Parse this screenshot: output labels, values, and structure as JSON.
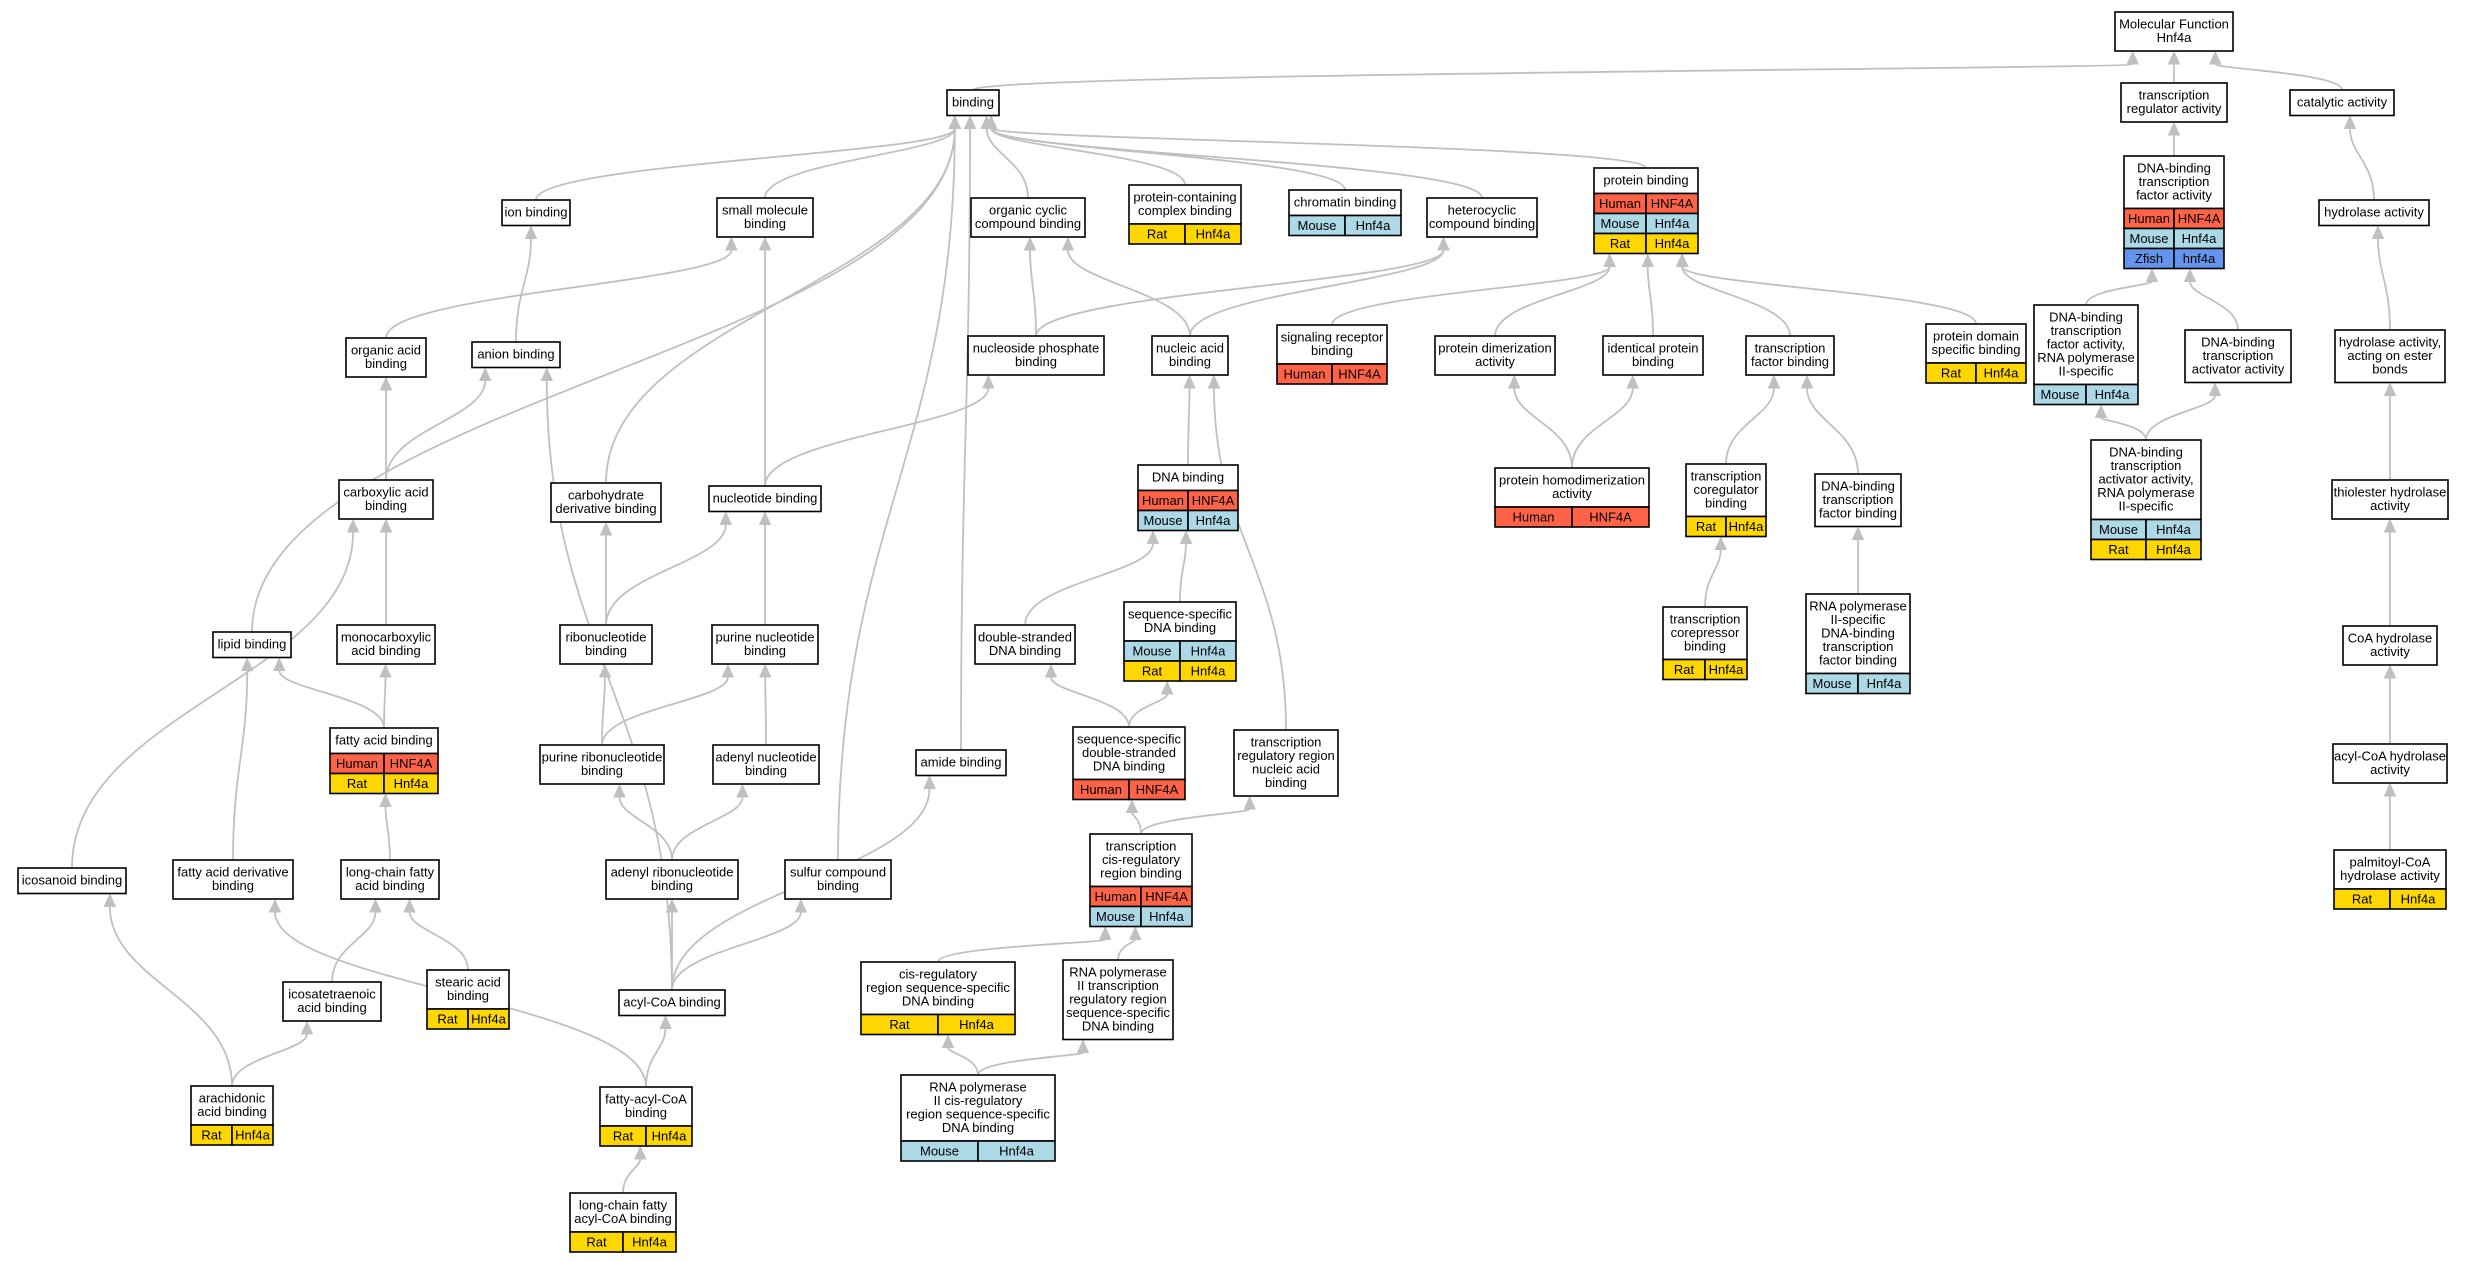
{
  "colors": {
    "Human": "#ff6347",
    "Mouse": "#add8e6",
    "Rat": "#ffd700",
    "Zfish": "#6495ed",
    "node_fill": "#ffffff",
    "edge": "#c0c0c0"
  },
  "nodes": [
    {
      "id": "mf",
      "lines": [
        "Molecular Function",
        "Hnf4a"
      ],
      "rows": []
    },
    {
      "id": "binding",
      "lines": [
        "binding"
      ],
      "rows": []
    },
    {
      "id": "tra",
      "lines": [
        "transcription",
        "regulator activity"
      ],
      "rows": []
    },
    {
      "id": "cat",
      "lines": [
        "catalytic activity"
      ],
      "rows": []
    },
    {
      "id": "dbtfa",
      "lines": [
        "DNA-binding",
        "transcription",
        "factor activity"
      ],
      "rows": [
        [
          "Human",
          "HNF4A"
        ],
        [
          "Mouse",
          "Hnf4a"
        ],
        [
          "Zfish",
          "hnf4a"
        ]
      ]
    },
    {
      "id": "hyd",
      "lines": [
        "hydrolase activity"
      ],
      "rows": []
    },
    {
      "id": "ion",
      "lines": [
        "ion binding"
      ],
      "rows": []
    },
    {
      "id": "small",
      "lines": [
        "small molecule",
        "binding"
      ],
      "rows": []
    },
    {
      "id": "occb",
      "lines": [
        "organic cyclic",
        "compound binding"
      ],
      "rows": []
    },
    {
      "id": "pccb",
      "lines": [
        "protein-containing",
        "complex binding"
      ],
      "rows": [
        [
          "Rat",
          "Hnf4a"
        ]
      ]
    },
    {
      "id": "chrom",
      "lines": [
        "chromatin binding"
      ],
      "rows": [
        [
          "Mouse",
          "Hnf4a"
        ]
      ]
    },
    {
      "id": "hetero",
      "lines": [
        "heterocyclic",
        "compound binding"
      ],
      "rows": []
    },
    {
      "id": "prot",
      "lines": [
        "protein binding"
      ],
      "rows": [
        [
          "Human",
          "HNF4A"
        ],
        [
          "Mouse",
          "Hnf4a"
        ],
        [
          "Rat",
          "Hnf4a"
        ]
      ]
    },
    {
      "id": "orgacid",
      "lines": [
        "organic acid",
        "binding"
      ],
      "rows": []
    },
    {
      "id": "anion",
      "lines": [
        "anion binding"
      ],
      "rows": []
    },
    {
      "id": "nucphos",
      "lines": [
        "nucleoside phosphate",
        "binding"
      ],
      "rows": []
    },
    {
      "id": "nucacid",
      "lines": [
        "nucleic acid",
        "binding"
      ],
      "rows": []
    },
    {
      "id": "sigrec",
      "lines": [
        "signaling receptor",
        "binding"
      ],
      "rows": [
        [
          "Human",
          "HNF4A"
        ]
      ]
    },
    {
      "id": "dimer",
      "lines": [
        "protein dimerization",
        "activity"
      ],
      "rows": []
    },
    {
      "id": "ident",
      "lines": [
        "identical protein",
        "binding"
      ],
      "rows": []
    },
    {
      "id": "tfb",
      "lines": [
        "transcription",
        "factor binding"
      ],
      "rows": []
    },
    {
      "id": "pdom",
      "lines": [
        "protein domain",
        "specific binding"
      ],
      "rows": [
        [
          "Rat",
          "Hnf4a"
        ]
      ]
    },
    {
      "id": "dbtf2",
      "lines": [
        "DNA-binding",
        "transcription",
        "factor activity,",
        "RNA polymerase",
        "II-specific"
      ],
      "rows": [
        [
          "Mouse",
          "Hnf4a"
        ]
      ]
    },
    {
      "id": "dbta",
      "lines": [
        "DNA-binding",
        "transcription",
        "activator activity"
      ],
      "rows": []
    },
    {
      "id": "hydest",
      "lines": [
        "hydrolase activity,",
        "acting on ester",
        "bonds"
      ],
      "rows": []
    },
    {
      "id": "carbox",
      "lines": [
        "carboxylic acid",
        "binding"
      ],
      "rows": []
    },
    {
      "id": "carbder",
      "lines": [
        "carbohydrate",
        "derivative binding"
      ],
      "rows": []
    },
    {
      "id": "nucleo",
      "lines": [
        "nucleotide binding"
      ],
      "rows": []
    },
    {
      "id": "dnab",
      "lines": [
        "DNA binding"
      ],
      "rows": [
        [
          "Human",
          "HNF4A"
        ],
        [
          "Mouse",
          "Hnf4a"
        ]
      ]
    },
    {
      "id": "homodim",
      "lines": [
        "protein homodimerization",
        "activity"
      ],
      "rows": [
        [
          "Human",
          "HNF4A"
        ]
      ]
    },
    {
      "id": "coreg",
      "lines": [
        "transcription",
        "coregulator",
        "binding"
      ],
      "rows": [
        [
          "Rat",
          "Hnf4a"
        ]
      ]
    },
    {
      "id": "dbtfb",
      "lines": [
        "DNA-binding",
        "transcription",
        "factor binding"
      ],
      "rows": []
    },
    {
      "id": "dbta2",
      "lines": [
        "DNA-binding",
        "transcription",
        "activator activity,",
        "RNA polymerase",
        "II-specific"
      ],
      "rows": [
        [
          "Mouse",
          "Hnf4a"
        ],
        [
          "Rat",
          "Hnf4a"
        ]
      ]
    },
    {
      "id": "thiol",
      "lines": [
        "thiolester hydrolase",
        "activity"
      ],
      "rows": []
    },
    {
      "id": "lipid",
      "lines": [
        "lipid binding"
      ],
      "rows": []
    },
    {
      "id": "monocarb",
      "lines": [
        "monocarboxylic",
        "acid binding"
      ],
      "rows": []
    },
    {
      "id": "ribo",
      "lines": [
        "ribonucleotide",
        "binding"
      ],
      "rows": []
    },
    {
      "id": "purnuc",
      "lines": [
        "purine nucleotide",
        "binding"
      ],
      "rows": []
    },
    {
      "id": "dsdna",
      "lines": [
        "double-stranded",
        "DNA binding"
      ],
      "rows": []
    },
    {
      "id": "ssdna",
      "lines": [
        "sequence-specific",
        "DNA binding"
      ],
      "rows": [
        [
          "Mouse",
          "Hnf4a"
        ],
        [
          "Rat",
          "Hnf4a"
        ]
      ]
    },
    {
      "id": "rnapol2b",
      "lines": [
        "RNA polymerase",
        "II-specific",
        "DNA-binding",
        "transcription",
        "factor binding"
      ],
      "rows": [
        [
          "Mouse",
          "Hnf4a"
        ]
      ]
    },
    {
      "id": "corep",
      "lines": [
        "transcription",
        "corepressor",
        "binding"
      ],
      "rows": [
        [
          "Rat",
          "Hnf4a"
        ]
      ]
    },
    {
      "id": "coa",
      "lines": [
        "CoA hydrolase",
        "activity"
      ],
      "rows": []
    },
    {
      "id": "fatty",
      "lines": [
        "fatty acid binding"
      ],
      "rows": [
        [
          "Human",
          "HNF4A"
        ],
        [
          "Rat",
          "Hnf4a"
        ]
      ]
    },
    {
      "id": "purribo",
      "lines": [
        "purine ribonucleotide",
        "binding"
      ],
      "rows": []
    },
    {
      "id": "adenuc",
      "lines": [
        "adenyl nucleotide",
        "binding"
      ],
      "rows": []
    },
    {
      "id": "amide",
      "lines": [
        "amide binding"
      ],
      "rows": []
    },
    {
      "id": "ssds",
      "lines": [
        "sequence-specific",
        "double-stranded",
        "DNA binding"
      ],
      "rows": [
        [
          "Human",
          "HNF4A"
        ]
      ]
    },
    {
      "id": "trrna",
      "lines": [
        "transcription",
        "regulatory region",
        "nucleic acid",
        "binding"
      ],
      "rows": []
    },
    {
      "id": "acylcoah",
      "lines": [
        "acyl-CoA hydrolase",
        "activity"
      ],
      "rows": []
    },
    {
      "id": "icos",
      "lines": [
        "icosanoid binding"
      ],
      "rows": []
    },
    {
      "id": "fader",
      "lines": [
        "fatty acid derivative",
        "binding"
      ],
      "rows": []
    },
    {
      "id": "lcfa",
      "lines": [
        "long-chain fatty",
        "acid binding"
      ],
      "rows": []
    },
    {
      "id": "adenribo",
      "lines": [
        "adenyl ribonucleotide",
        "binding"
      ],
      "rows": []
    },
    {
      "id": "sulfur",
      "lines": [
        "sulfur compound",
        "binding"
      ],
      "rows": []
    },
    {
      "id": "tcrr",
      "lines": [
        "transcription",
        "cis-regulatory",
        "region binding"
      ],
      "rows": [
        [
          "Human",
          "HNF4A"
        ],
        [
          "Mouse",
          "Hnf4a"
        ]
      ]
    },
    {
      "id": "palm",
      "lines": [
        "palmitoyl-CoA",
        "hydrolase activity"
      ],
      "rows": [
        [
          "Rat",
          "Hnf4a"
        ]
      ]
    },
    {
      "id": "icosatet",
      "lines": [
        "icosatetraenoic",
        "acid binding"
      ],
      "rows": []
    },
    {
      "id": "stearic",
      "lines": [
        "stearic acid",
        "binding"
      ],
      "rows": [
        [
          "Rat",
          "Hnf4a"
        ]
      ]
    },
    {
      "id": "acylcoab",
      "lines": [
        "acyl-CoA binding"
      ],
      "rows": []
    },
    {
      "id": "cisreg",
      "lines": [
        "cis-regulatory",
        "region sequence-specific",
        "DNA binding"
      ],
      "rows": [
        [
          "Rat",
          "Hnf4a"
        ]
      ]
    },
    {
      "id": "rnapol2tr",
      "lines": [
        "RNA polymerase",
        "II transcription",
        "regulatory region",
        "sequence-specific",
        "DNA binding"
      ],
      "rows": []
    },
    {
      "id": "arach",
      "lines": [
        "arachidonic",
        "acid binding"
      ],
      "rows": [
        [
          "Rat",
          "Hnf4a"
        ]
      ]
    },
    {
      "id": "faacyl",
      "lines": [
        "fatty-acyl-CoA",
        "binding"
      ],
      "rows": [
        [
          "Rat",
          "Hnf4a"
        ]
      ]
    },
    {
      "id": "rnapol2cis",
      "lines": [
        "RNA polymerase",
        "II cis-regulatory",
        "region sequence-specific",
        "DNA binding"
      ],
      "rows": [
        [
          "Mouse",
          "Hnf4a"
        ]
      ]
    },
    {
      "id": "lcfacoa",
      "lines": [
        "long-chain fatty",
        "acyl-CoA binding"
      ],
      "rows": [
        [
          "Rat",
          "Hnf4a"
        ]
      ]
    }
  ],
  "edges": [
    [
      "binding",
      "mf"
    ],
    [
      "tra",
      "mf"
    ],
    [
      "cat",
      "mf"
    ],
    [
      "dbtfa",
      "tra"
    ],
    [
      "hyd",
      "cat"
    ],
    [
      "ion",
      "binding"
    ],
    [
      "small",
      "binding"
    ],
    [
      "occb",
      "binding"
    ],
    [
      "pccb",
      "binding"
    ],
    [
      "chrom",
      "binding"
    ],
    [
      "hetero",
      "binding"
    ],
    [
      "prot",
      "binding"
    ],
    [
      "anion",
      "ion"
    ],
    [
      "orgacid",
      "small"
    ],
    [
      "nucphos",
      "occb"
    ],
    [
      "nucphos",
      "hetero"
    ],
    [
      "nucacid",
      "occb"
    ],
    [
      "nucacid",
      "hetero"
    ],
    [
      "sigrec",
      "prot"
    ],
    [
      "dimer",
      "prot"
    ],
    [
      "ident",
      "prot"
    ],
    [
      "tfb",
      "prot"
    ],
    [
      "pdom",
      "prot"
    ],
    [
      "dbtf2",
      "dbtfa"
    ],
    [
      "dbta",
      "dbtfa"
    ],
    [
      "hydest",
      "hyd"
    ],
    [
      "carbox",
      "orgacid"
    ],
    [
      "carbox",
      "anion"
    ],
    [
      "carbder",
      "binding"
    ],
    [
      "nucleo",
      "small"
    ],
    [
      "nucleo",
      "nucphos"
    ],
    [
      "dnab",
      "nucacid"
    ],
    [
      "homodim",
      "dimer"
    ],
    [
      "homodim",
      "ident"
    ],
    [
      "coreg",
      "tfb"
    ],
    [
      "dbtfb",
      "tfb"
    ],
    [
      "dbta2",
      "dbtf2"
    ],
    [
      "dbta2",
      "dbta"
    ],
    [
      "thiol",
      "hydest"
    ],
    [
      "lipid",
      "binding"
    ],
    [
      "monocarb",
      "carbox"
    ],
    [
      "ribo",
      "carbder"
    ],
    [
      "ribo",
      "nucleo"
    ],
    [
      "purnuc",
      "nucleo"
    ],
    [
      "dsdna",
      "dnab"
    ],
    [
      "ssdna",
      "dnab"
    ],
    [
      "rnapol2b",
      "dbtfb"
    ],
    [
      "corep",
      "coreg"
    ],
    [
      "coa",
      "thiol"
    ],
    [
      "fatty",
      "monocarb"
    ],
    [
      "fatty",
      "lipid"
    ],
    [
      "purribo",
      "ribo"
    ],
    [
      "purribo",
      "purnuc"
    ],
    [
      "adenuc",
      "purnuc"
    ],
    [
      "amide",
      "binding"
    ],
    [
      "ssds",
      "dsdna"
    ],
    [
      "ssds",
      "ssdna"
    ],
    [
      "trrna",
      "nucacid"
    ],
    [
      "acylcoah",
      "coa"
    ],
    [
      "icos",
      "carbox"
    ],
    [
      "fader",
      "lipid"
    ],
    [
      "lcfa",
      "fatty"
    ],
    [
      "adenribo",
      "purribo"
    ],
    [
      "adenribo",
      "adenuc"
    ],
    [
      "sulfur",
      "binding"
    ],
    [
      "tcrr",
      "ssds"
    ],
    [
      "tcrr",
      "trrna"
    ],
    [
      "palm",
      "acylcoah"
    ],
    [
      "icosatet",
      "lcfa"
    ],
    [
      "stearic",
      "lcfa"
    ],
    [
      "acylcoab",
      "anion"
    ],
    [
      "acylcoab",
      "adenribo"
    ],
    [
      "acylcoab",
      "sulfur"
    ],
    [
      "acylcoab",
      "amide"
    ],
    [
      "cisreg",
      "tcrr"
    ],
    [
      "rnapol2tr",
      "tcrr"
    ],
    [
      "arach",
      "icos"
    ],
    [
      "arach",
      "icosatet"
    ],
    [
      "faacyl",
      "fader"
    ],
    [
      "faacyl",
      "acylcoab"
    ],
    [
      "rnapol2cis",
      "cisreg"
    ],
    [
      "rnapol2cis",
      "rnapol2tr"
    ],
    [
      "lcfacoa",
      "faacyl"
    ]
  ]
}
